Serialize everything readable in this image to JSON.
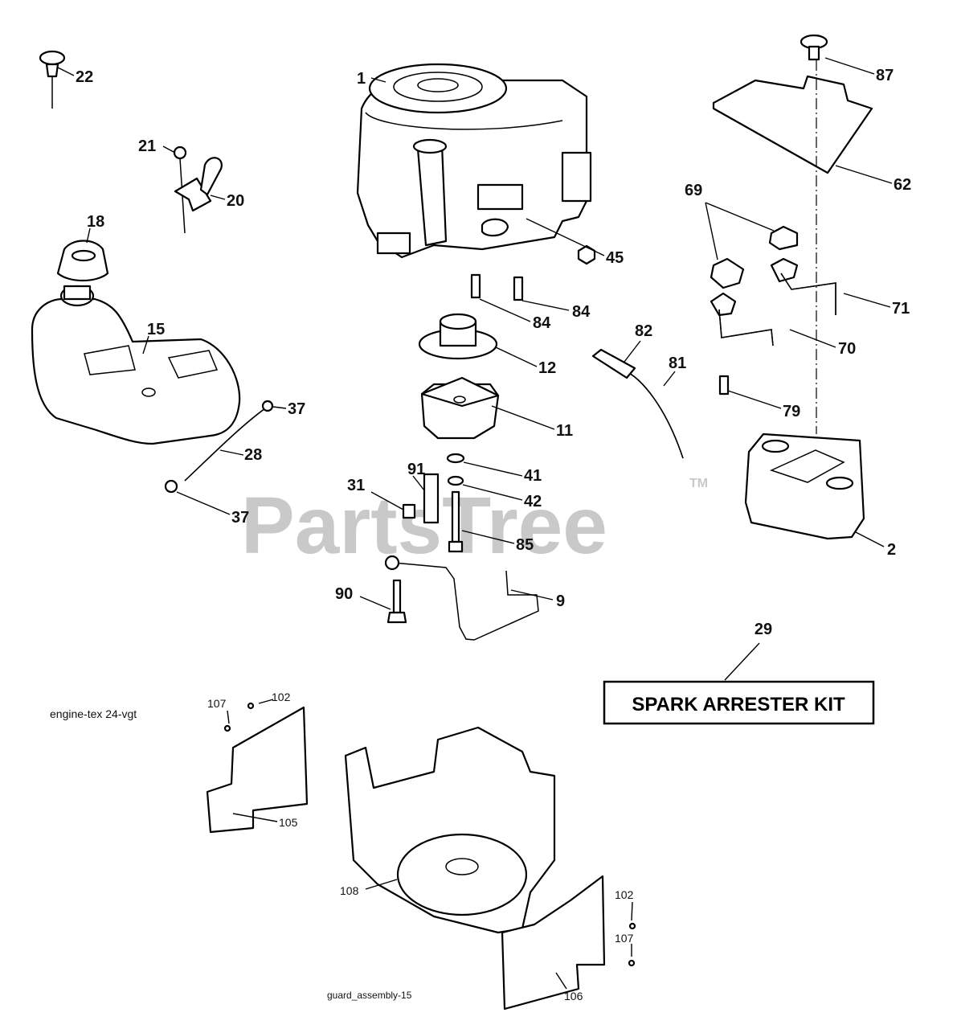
{
  "watermark": {
    "text": "PartsTree",
    "tm": "TM"
  },
  "notes": {
    "engine_ref": "engine-tex  24-vgt",
    "guard_ref": "guard_assembly-15"
  },
  "kit_box": {
    "label": "SPARK ARRESTER KIT",
    "callout": "29"
  },
  "callouts": {
    "c1": "1",
    "c2": "2",
    "c9": "9",
    "c11": "11",
    "c12": "12",
    "c15": "15",
    "c18": "18",
    "c20": "20",
    "c21": "21",
    "c22": "22",
    "c28": "28",
    "c31": "31",
    "c37a": "37",
    "c37b": "37",
    "c41": "41",
    "c42": "42",
    "c45": "45",
    "c62": "62",
    "c69": "69",
    "c70": "70",
    "c71": "71",
    "c79": "79",
    "c81": "81",
    "c82": "82",
    "c84a": "84",
    "c84b": "84",
    "c85": "85",
    "c87": "87",
    "c90": "90",
    "c91": "91",
    "c102a": "102",
    "c102b": "102",
    "c105": "105",
    "c106": "106",
    "c107a": "107",
    "c107b": "107",
    "c108": "108"
  }
}
